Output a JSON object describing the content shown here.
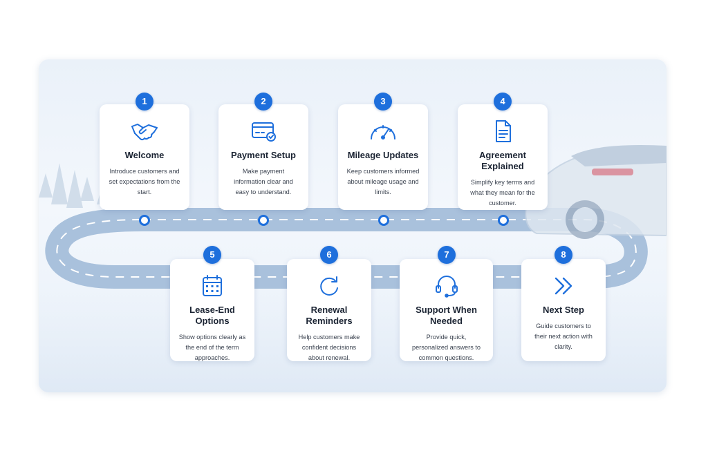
{
  "steps": [
    {
      "number": "1",
      "title": "Welcome",
      "description": "Introduce customers and set expectations from the start.",
      "icon": "handshake-icon"
    },
    {
      "number": "2",
      "title": "Payment Setup",
      "description": "Make payment information clear and easy to understand.",
      "icon": "payment-card-icon"
    },
    {
      "number": "3",
      "title": "Mileage Updates",
      "description": "Keep customers informed about mileage usage and limits.",
      "icon": "speedometer-icon"
    },
    {
      "number": "4",
      "title": "Agreement Explained",
      "description": "Simplify key terms and what they mean for the customer.",
      "icon": "document-icon"
    },
    {
      "number": "5",
      "title": "Lease-End Options",
      "description": "Show options clearly as the end of the term approaches.",
      "icon": "calendar-icon"
    },
    {
      "number": "6",
      "title": "Renewal Reminders",
      "description": "Help customers make confident decisions about renewal.",
      "icon": "refresh-icon"
    },
    {
      "number": "7",
      "title": "Support When Needed",
      "description": "Provide quick, personalized answers to common questions.",
      "icon": "headset-icon"
    },
    {
      "number": "8",
      "title": "Next Step",
      "description": "Guide customers to their next action with clarity.",
      "icon": "double-chevron-right-icon"
    }
  ],
  "colors": {
    "accent": "#1e6fdc",
    "road": "#9fb9d6",
    "card": "#ffffff",
    "title": "#1b2433"
  }
}
